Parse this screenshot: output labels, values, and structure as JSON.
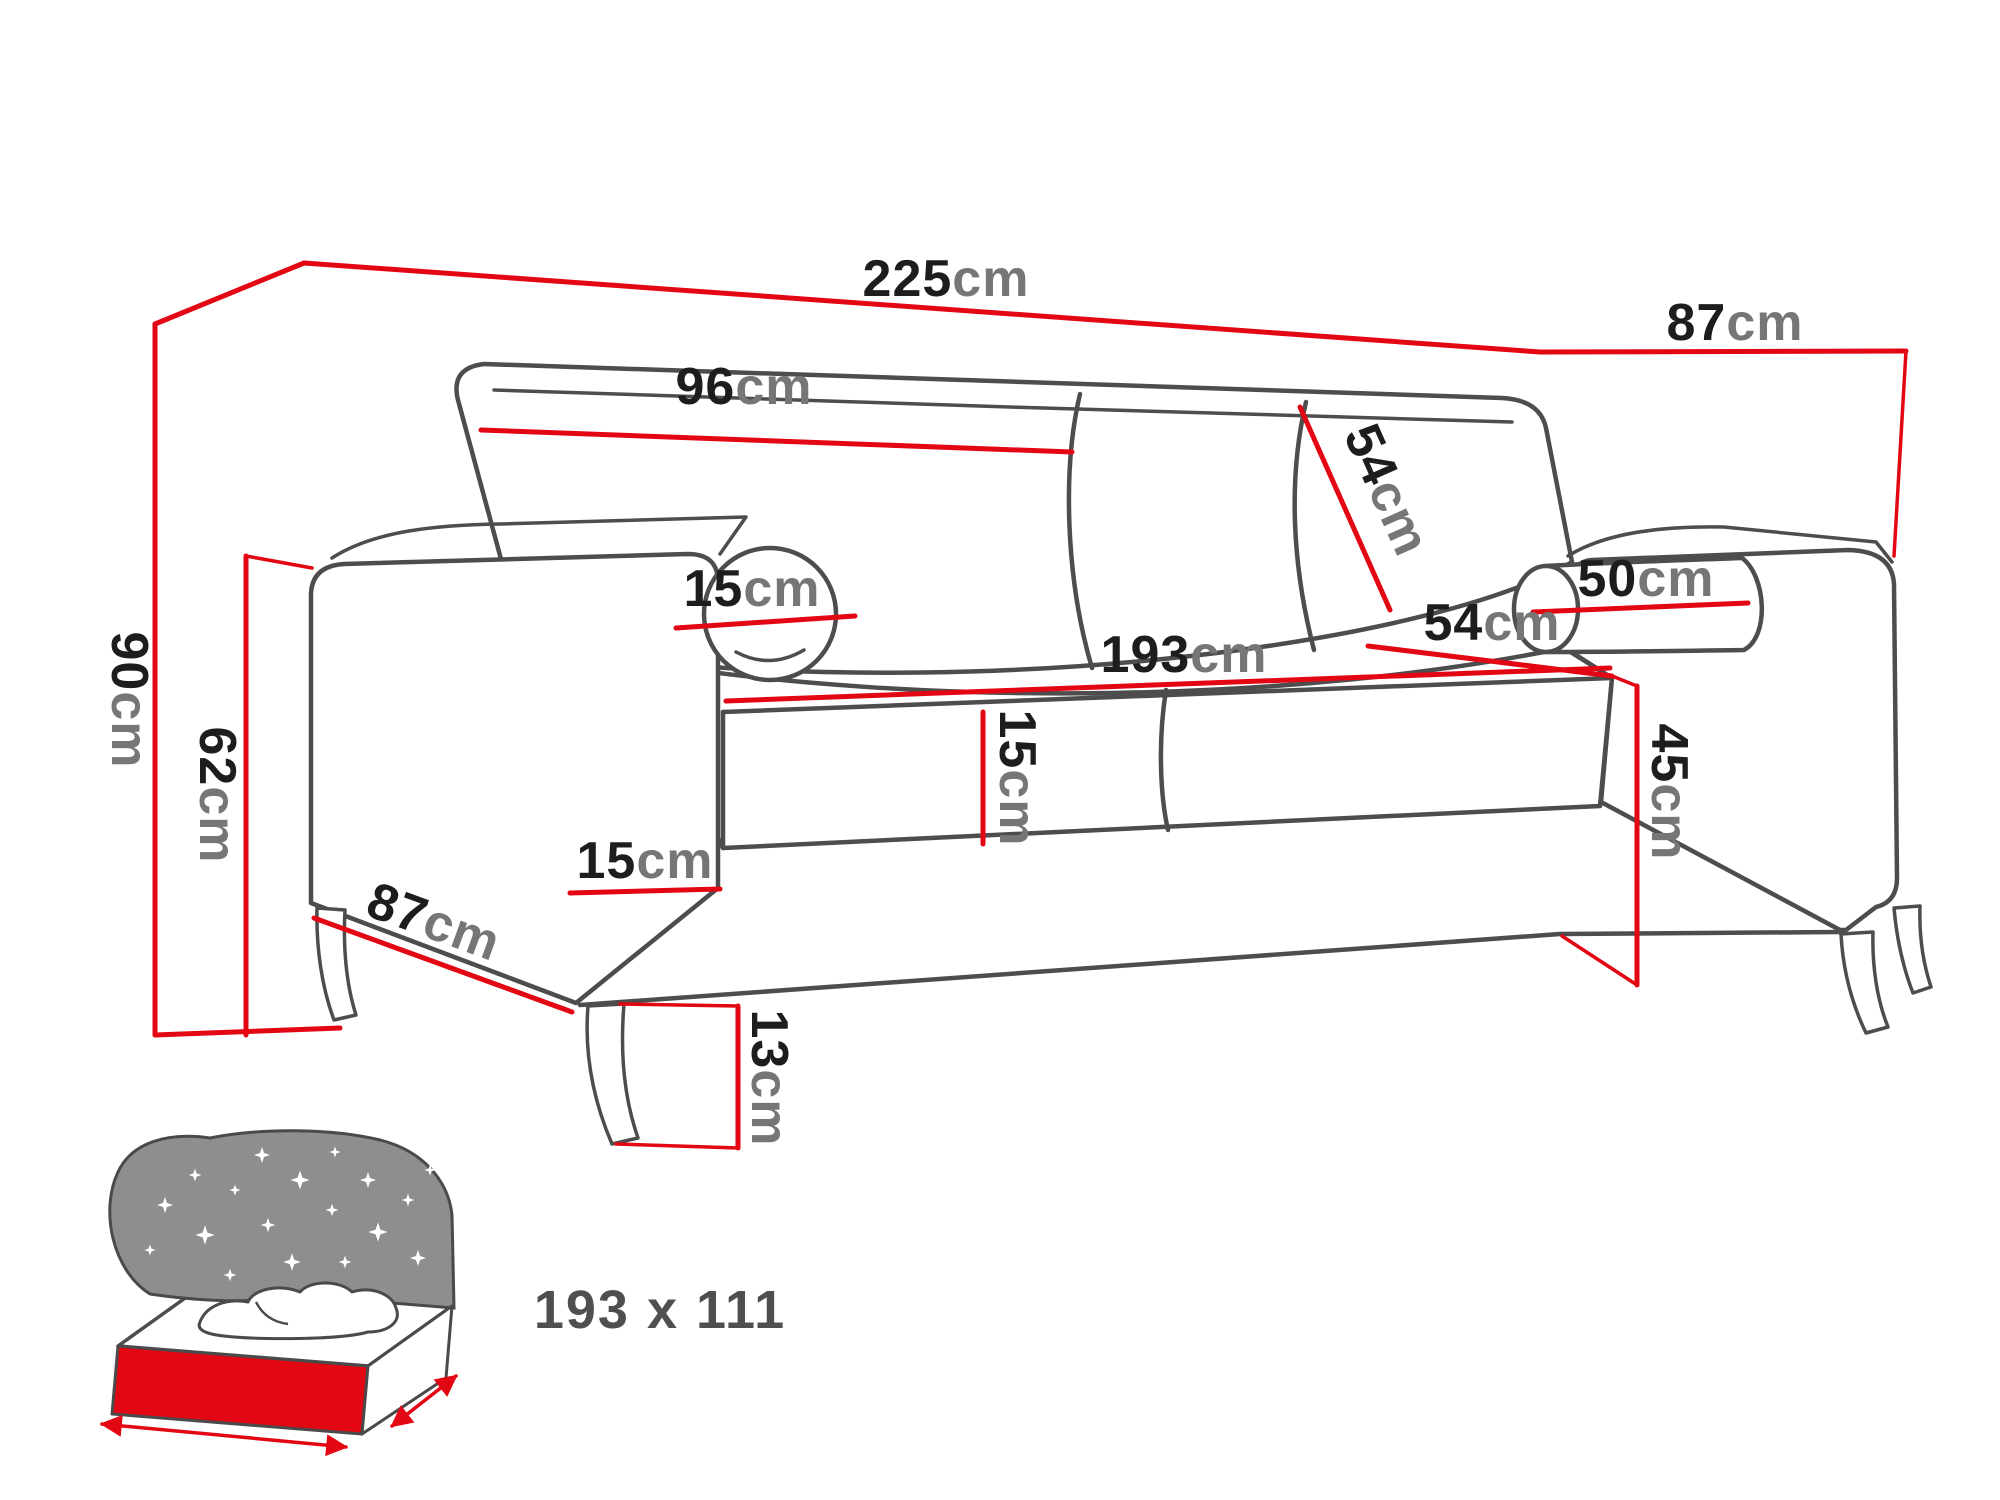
{
  "diagram": {
    "kind": "furniture-dimension-diagram",
    "product": "sofa",
    "unit": "cm",
    "colors": {
      "outline": "#4d4d4d",
      "dimension_line": "#e30613",
      "number_text": "#1d1d1b",
      "unit_text": "#767676"
    },
    "icons": {
      "sleeping_area_icon": "bed-with-starry-blanket-icon"
    },
    "dimensions": {
      "total_width": {
        "value": "225",
        "unit": "cm"
      },
      "total_depth": {
        "value": "87",
        "unit": "cm"
      },
      "backrest_cushion_width": {
        "value": "96",
        "unit": "cm"
      },
      "backrest_cushion_height": {
        "value": "54",
        "unit": "cm"
      },
      "seat_depth": {
        "value": "54",
        "unit": "cm"
      },
      "right_bolster_length": {
        "value": "50",
        "unit": "cm"
      },
      "left_bolster_diameter": {
        "value": "15",
        "unit": "cm"
      },
      "seat_width": {
        "value": "193",
        "unit": "cm"
      },
      "seat_cushion_height": {
        "value": "15",
        "unit": "cm"
      },
      "armrest_width": {
        "value": "15",
        "unit": "cm"
      },
      "base_depth": {
        "value": "87",
        "unit": "cm"
      },
      "leg_height": {
        "value": "13",
        "unit": "cm"
      },
      "total_height": {
        "value": "90",
        "unit": "cm"
      },
      "armrest_height": {
        "value": "62",
        "unit": "cm"
      },
      "seat_height": {
        "value": "45",
        "unit": "cm"
      }
    },
    "sleeping_area": {
      "label": "193 x 111"
    }
  }
}
